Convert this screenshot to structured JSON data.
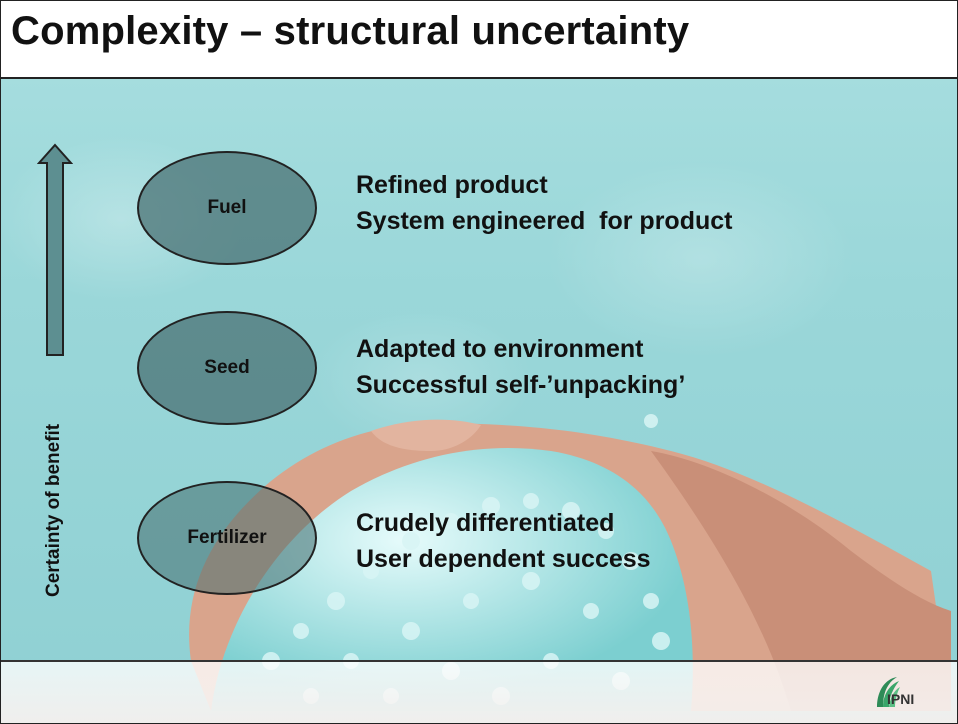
{
  "slide": {
    "title": "Complexity – structural uncertainty",
    "axis_label": "Certainty of benefit",
    "levels": [
      {
        "name": "Fuel",
        "lines": [
          "Refined product",
          "System engineered  for product"
        ]
      },
      {
        "name": "Seed",
        "lines": [
          "Adapted to environment",
          "Successful self-’unpacking’"
        ]
      },
      {
        "name": "Fertilizer",
        "lines": [
          "Crudely differentiated",
          "User dependent success"
        ]
      }
    ],
    "logo_text": "IPNI"
  },
  "colors": {
    "background": "#9ad7d9",
    "oval_fill": "#466e70",
    "text": "#111111"
  },
  "icons": [
    "up-arrow-icon",
    "ipni-logo-icon"
  ]
}
